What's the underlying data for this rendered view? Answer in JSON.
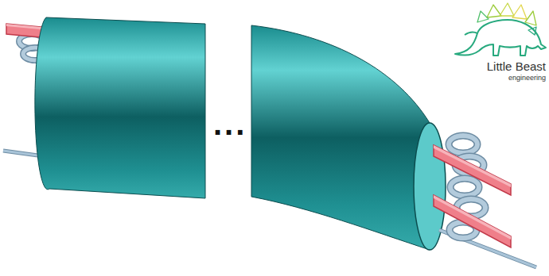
{
  "diagram": {
    "labels": [
      "...",
      "Little Beast",
      "engineering"
    ]
  }
}
